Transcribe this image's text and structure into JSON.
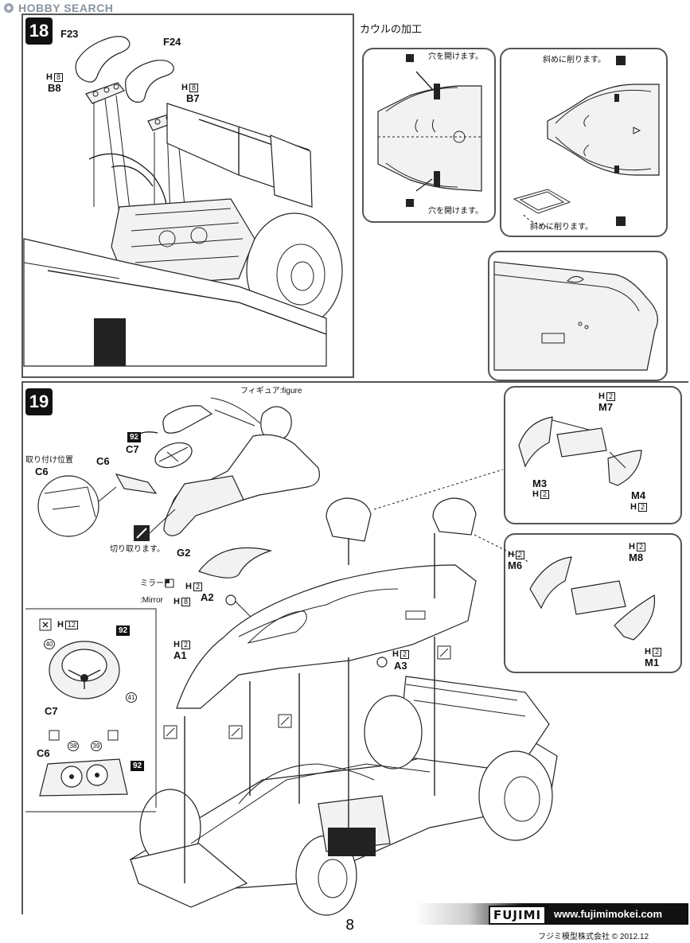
{
  "header": {
    "logo_text": "HOBBY SEARCH"
  },
  "step18": {
    "number": "18",
    "parts": {
      "f23": "F23",
      "f24": "F24",
      "b8": "B8",
      "b7": "B7"
    },
    "h_label": "H",
    "h_value": "8"
  },
  "cowl": {
    "title": "カウルの加工",
    "drill_top": "穴を開けます。",
    "drill_bottom": "穴を開けます。",
    "cut_top": "斜めに削ります。",
    "cut_bottom": "斜めに削ります。"
  },
  "step19": {
    "number": "19",
    "figure_label": "フィギュア:figure",
    "badge_92": "92",
    "parts": {
      "c7": "C7",
      "c6": "C6",
      "g2": "G2",
      "a2": "A2",
      "a1": "A1",
      "a3": "A3",
      "m7": "M7",
      "m3": "M3",
      "m4": "M4",
      "m8": "M8",
      "m6": "M6",
      "m1": "M1"
    },
    "mount_position": "取り付け位置",
    "mount_part": "C6",
    "cut_off": "切り取ります。",
    "mirror_jp": "ミラー面",
    "mirror_en": ":Mirror",
    "h_label": "H",
    "h2": "2",
    "h8": "8",
    "h12": "12",
    "decal_40": "40",
    "decal_41": "41",
    "decal_38": "38",
    "decal_39": "39"
  },
  "footer": {
    "page_number": "8",
    "brand": "FUJIMI",
    "url": "www.fujimimokei.com",
    "copyright": "フジミ模型株式会社 © 2012.12"
  }
}
